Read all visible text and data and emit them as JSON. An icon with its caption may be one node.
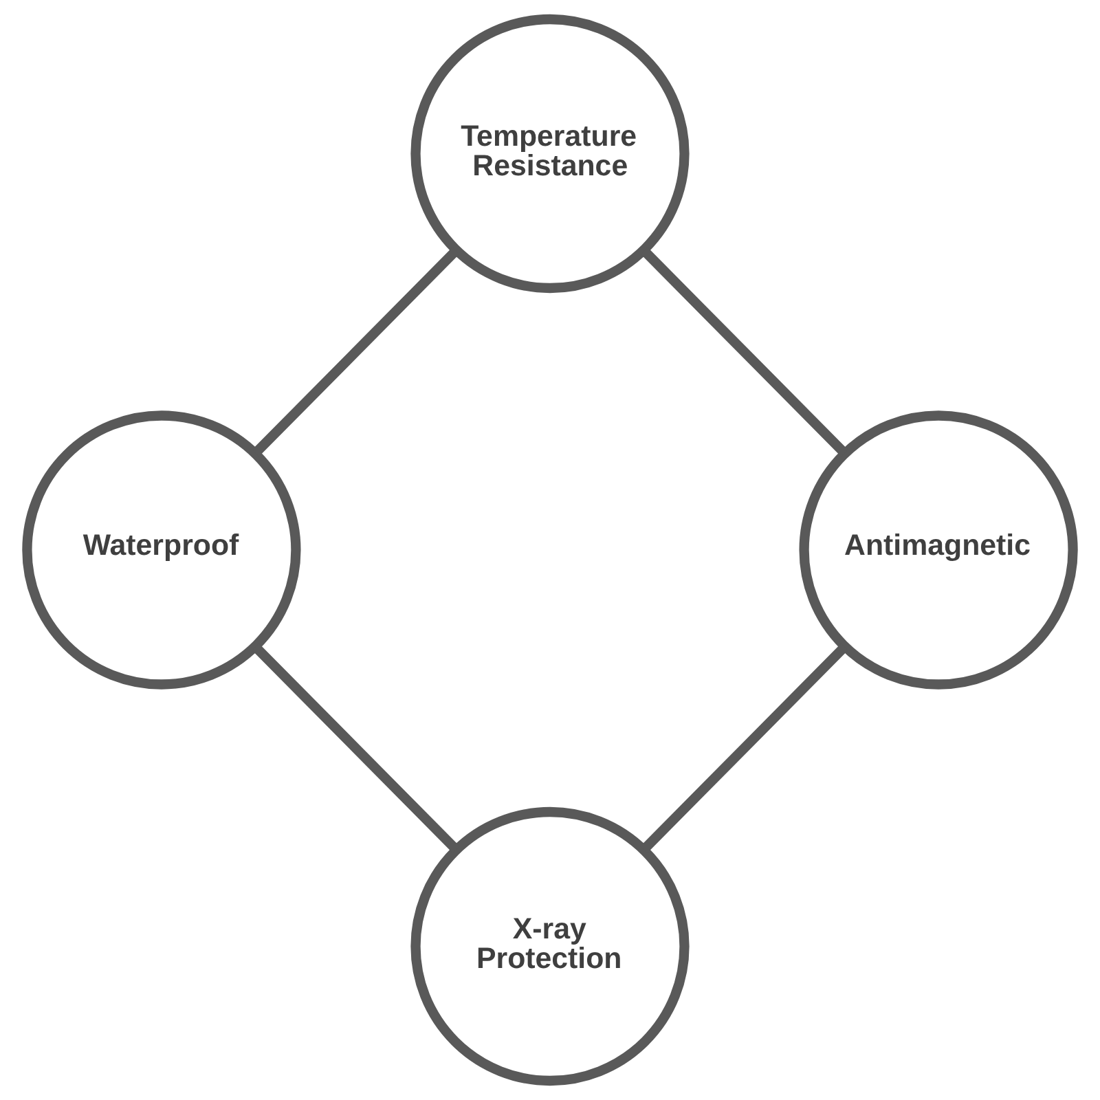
{
  "diagram": {
    "nodes": [
      {
        "text": [
          "Temperature Resistance"
        ]
      },
      {
        "text": [
          "Waterproof"
        ]
      },
      {
        "text": [
          "Antimagnetic"
        ]
      },
      {
        "text": [
          "X-ray Protection"
        ]
      }
    ],
    "edges": [
      {
        "from": 0,
        "to": 2,
        "arrow": "none"
      },
      {
        "from": 2,
        "to": 3,
        "arrow": "none"
      },
      {
        "from": 3,
        "to": 1,
        "arrow": "none"
      },
      {
        "from": 1,
        "to": 0,
        "arrow": "none"
      }
    ]
  }
}
